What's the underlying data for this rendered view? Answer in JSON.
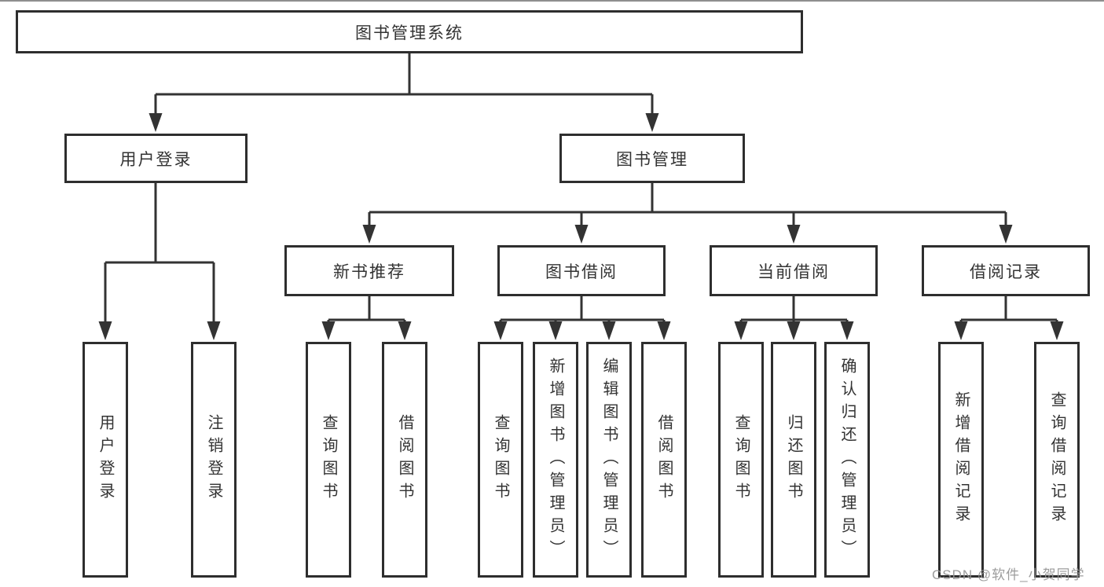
{
  "diagram_title": "图书管理系统",
  "tree": {
    "label": "图书管理系统",
    "children": [
      {
        "label": "用户登录",
        "children": [
          {
            "label": "用户登录"
          },
          {
            "label": "注销登录"
          }
        ]
      },
      {
        "label": "图书管理",
        "children": [
          {
            "label": "新书推荐",
            "children": [
              {
                "label": "查询图书"
              },
              {
                "label": "借阅图书"
              }
            ]
          },
          {
            "label": "图书借阅",
            "children": [
              {
                "label": "查询图书"
              },
              {
                "label": "新增图书（管理员）"
              },
              {
                "label": "编辑图书（管理员）"
              },
              {
                "label": "借阅图书"
              }
            ]
          },
          {
            "label": "当前借阅",
            "children": [
              {
                "label": "查询图书"
              },
              {
                "label": "归还图书"
              },
              {
                "label": "确认归还（管理员）"
              }
            ]
          },
          {
            "label": "借阅记录",
            "children": [
              {
                "label": "新增借阅记录"
              },
              {
                "label": "查询借阅记录"
              }
            ]
          }
        ]
      }
    ]
  },
  "watermark": {
    "text": "CSDN @软件_小贺同学"
  },
  "colors": {
    "background": "#ffffff",
    "box_border": "#2e2e2e",
    "connector_line": "#333333",
    "text": "#333333",
    "watermark_text": "#949494"
  }
}
